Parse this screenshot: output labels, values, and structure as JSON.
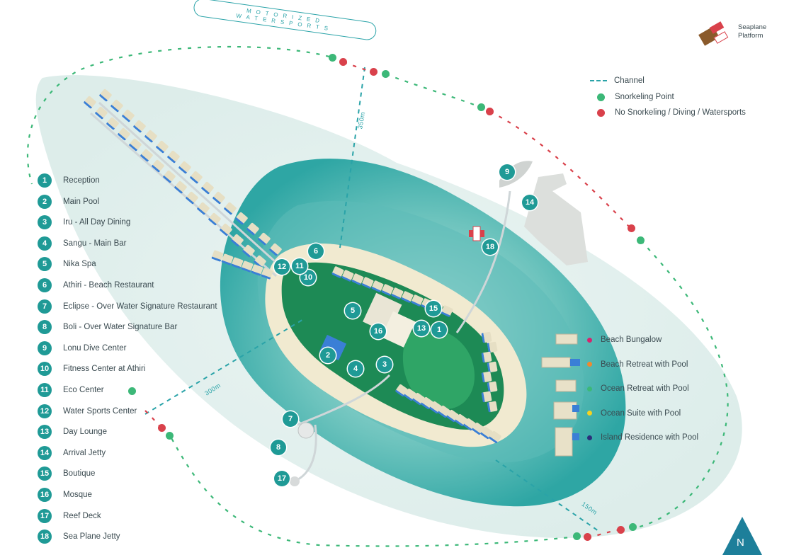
{
  "header": {
    "motorized_label": "MOTORIZED WATERSPORTS",
    "seaplane_label_line1": "Seaplane",
    "seaplane_label_line2": "Platform"
  },
  "map_key": [
    {
      "label": "Channel",
      "symbol": "dashed-line",
      "color": "#2aa3a8"
    },
    {
      "label": "Snorkeling Point",
      "symbol": "dot",
      "color": "#3cb878"
    },
    {
      "label": "No Snorkeling / Diving / Watersports",
      "symbol": "dot",
      "color": "#d9414b"
    }
  ],
  "distances": {
    "d350": "350m",
    "d300": "300m",
    "d150": "150m"
  },
  "legend": [
    {
      "num": "1",
      "label": "Reception"
    },
    {
      "num": "2",
      "label": "Main Pool"
    },
    {
      "num": "3",
      "label": "Iru - All Day Dining"
    },
    {
      "num": "4",
      "label": "Sangu -  Main Bar"
    },
    {
      "num": "5",
      "label": "Nika Spa"
    },
    {
      "num": "6",
      "label": "Athiri - Beach Restaurant"
    },
    {
      "num": "7",
      "label": "Eclipse - Over Water Signature Restaurant"
    },
    {
      "num": "8",
      "label": "Boli - Over Water Signature Bar"
    },
    {
      "num": "9",
      "label": "Lonu Dive Center"
    },
    {
      "num": "10",
      "label": "Fitness Center at Athiri"
    },
    {
      "num": "11",
      "label": "Eco Center"
    },
    {
      "num": "12",
      "label": "Water Sports Center"
    },
    {
      "num": "13",
      "label": "Day Lounge"
    },
    {
      "num": "14",
      "label": "Arrival Jetty"
    },
    {
      "num": "15",
      "label": "Boutique"
    },
    {
      "num": "16",
      "label": "Mosque"
    },
    {
      "num": "17",
      "label": "Reef Deck"
    },
    {
      "num": "18",
      "label": "Sea Plane Jetty"
    }
  ],
  "villa_types": [
    {
      "label": "Beach Bungalow",
      "color": "#d6246e"
    },
    {
      "label": "Beach Retreat with Pool",
      "color": "#f0892e"
    },
    {
      "label": "Ocean Retreat with Pool",
      "color": "#3cb878"
    },
    {
      "label": "Ocean Suite with Pool",
      "color": "#f5d21f"
    },
    {
      "label": "Island Residence with Pool",
      "color": "#2b2f7a"
    }
  ],
  "compass": {
    "label": "N"
  },
  "colors": {
    "teal": "#1f9a96",
    "lagoon": "#7fcdc6",
    "island_green": "#1d8a55",
    "sand": "#f1ead0"
  }
}
